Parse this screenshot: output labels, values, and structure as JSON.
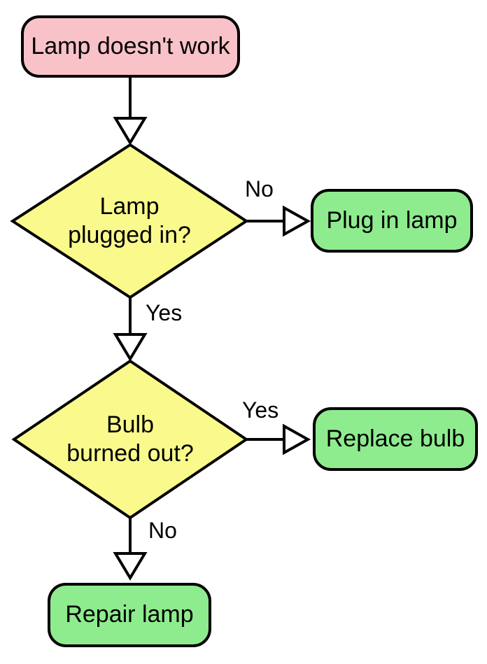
{
  "colors": {
    "start_fill": "#f8c2c8",
    "decision_fill": "#fafa8c",
    "action_fill": "#8eec8e",
    "stroke": "#000000",
    "background": "#ffffff",
    "text": "#000000"
  },
  "nodes": {
    "start": {
      "type": "terminator",
      "label": "Lamp doesn't work"
    },
    "decision1": {
      "type": "decision",
      "line1": "Lamp",
      "line2": "plugged in?"
    },
    "action1": {
      "type": "process",
      "label": "Plug in lamp"
    },
    "decision2": {
      "type": "decision",
      "line1": "Bulb",
      "line2": "burned out?"
    },
    "action2": {
      "type": "process",
      "label": "Replace bulb"
    },
    "action3": {
      "type": "process",
      "label": "Repair lamp"
    }
  },
  "edge_labels": {
    "decision1_no": "No",
    "decision1_yes": "Yes",
    "decision2_yes": "Yes",
    "decision2_no": "No"
  },
  "edges": [
    {
      "from": "start",
      "to": "decision1",
      "label": ""
    },
    {
      "from": "decision1",
      "to": "action1",
      "label": "No"
    },
    {
      "from": "decision1",
      "to": "decision2",
      "label": "Yes"
    },
    {
      "from": "decision2",
      "to": "action2",
      "label": "Yes"
    },
    {
      "from": "decision2",
      "to": "action3",
      "label": "No"
    }
  ]
}
